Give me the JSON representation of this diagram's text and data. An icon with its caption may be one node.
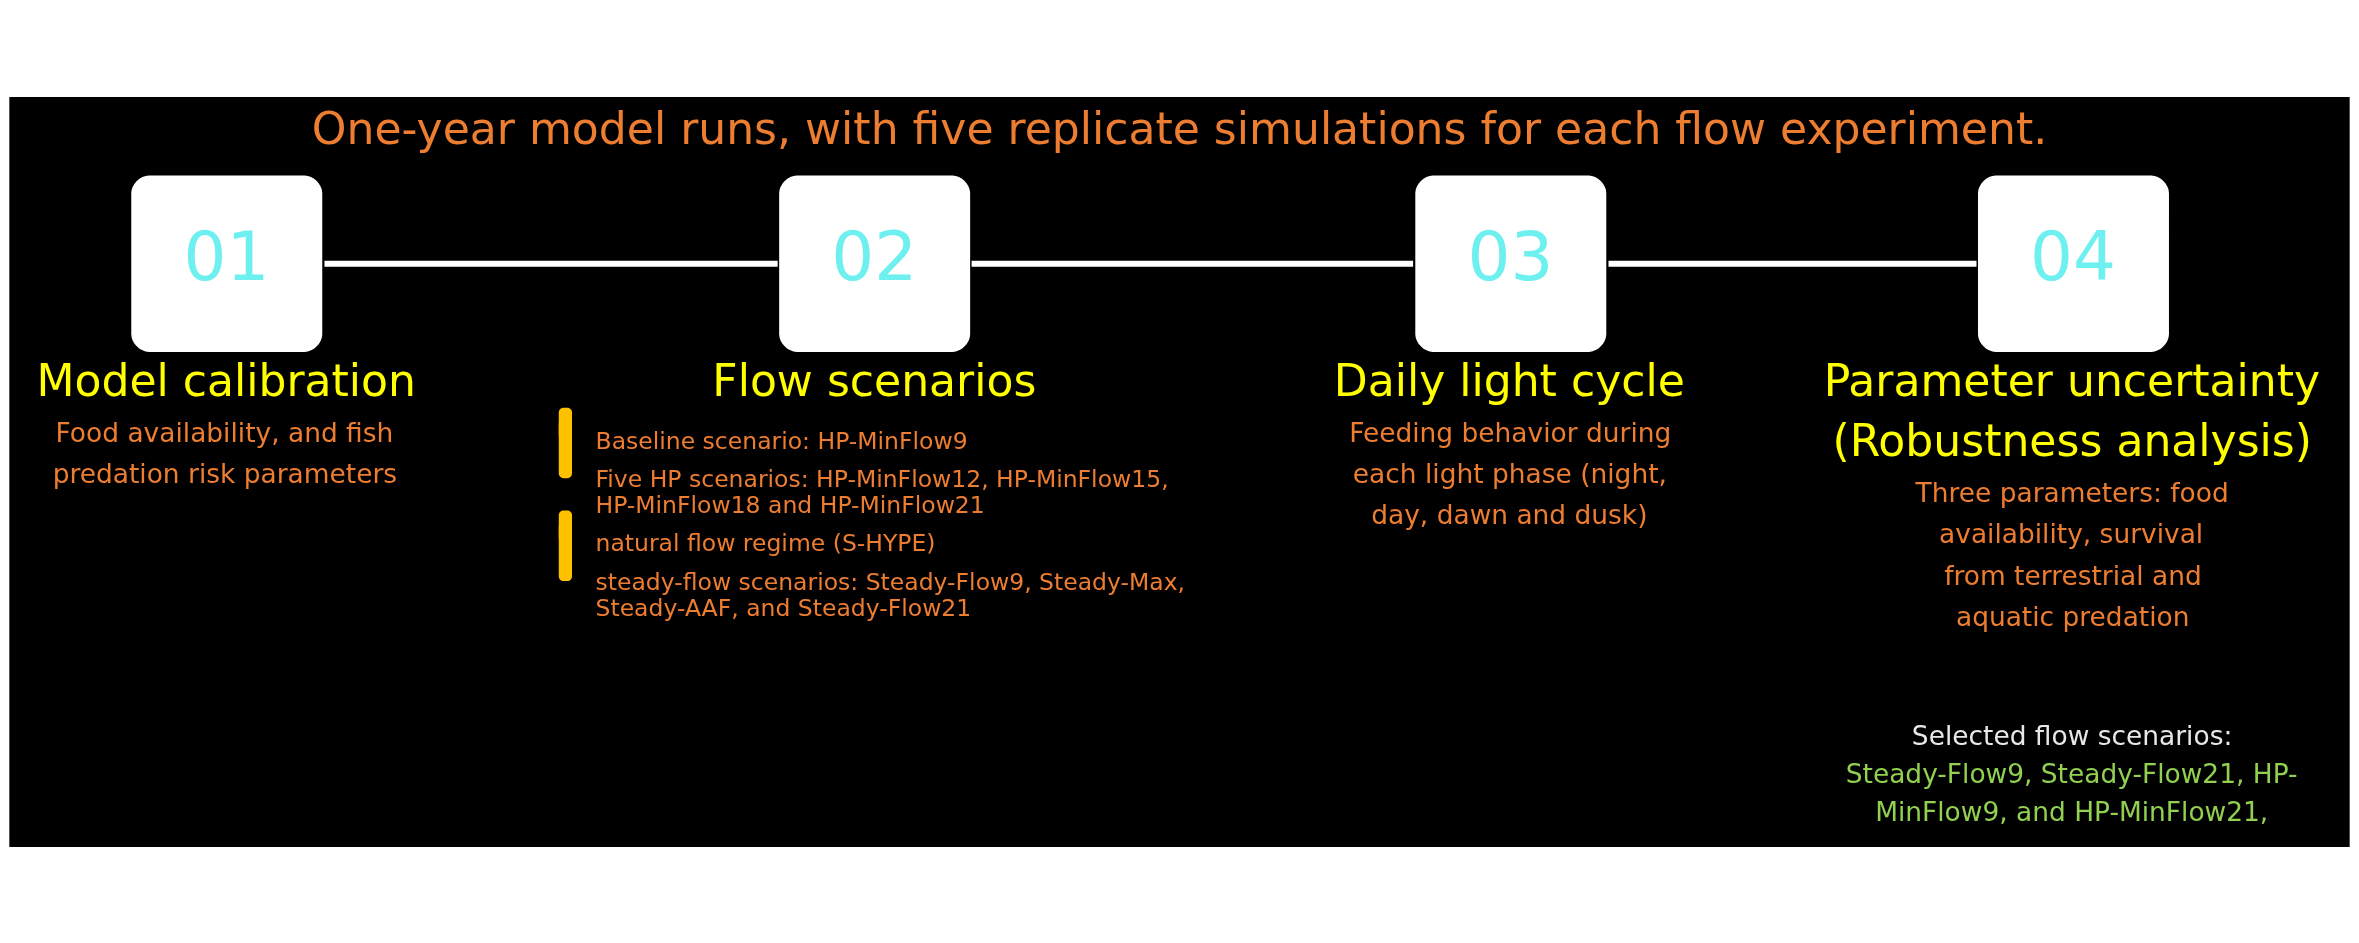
{
  "diagram": {
    "title": "One-year model runs, with five replicate simulations for each flow experiment.",
    "nodes": [
      {
        "text": [
          "01",
          "Model calibration",
          "Food availability, and fish predation risk parameters"
        ]
      },
      {
        "text": [
          "02",
          "Flow scenarios",
          "Baseline scenario: HP-MinFlow9",
          "Five HP scenarios: HP-MinFlow12, HP-MinFlow15, HP-MinFlow18 and HP-MinFlow21",
          "natural flow regime (S-HYPE)",
          "steady-flow scenarios: Steady-Flow9, Steady-Max, Steady-AAF, and Steady-Flow21"
        ]
      },
      {
        "text": [
          "03",
          "Daily light cycle",
          "Feeding behavior during each light phase (night, day, dawn and dusk)"
        ]
      },
      {
        "text": [
          "04",
          "Parameter uncertainty (Robustness analysis)",
          "Three parameters: food availability, survival from terrestrial and aquatic predation"
        ]
      }
    ],
    "edges": [
      {
        "from": 0,
        "to": 1,
        "arrow": "none"
      },
      {
        "from": 1,
        "to": 2,
        "arrow": "none"
      },
      {
        "from": 2,
        "to": 3,
        "arrow": "none"
      }
    ],
    "labels": [
      "Selected flow scenarios:",
      "Steady-Flow9, Steady-Flow21, HP-MinFlow9, and HP-MinFlow21,"
    ]
  }
}
